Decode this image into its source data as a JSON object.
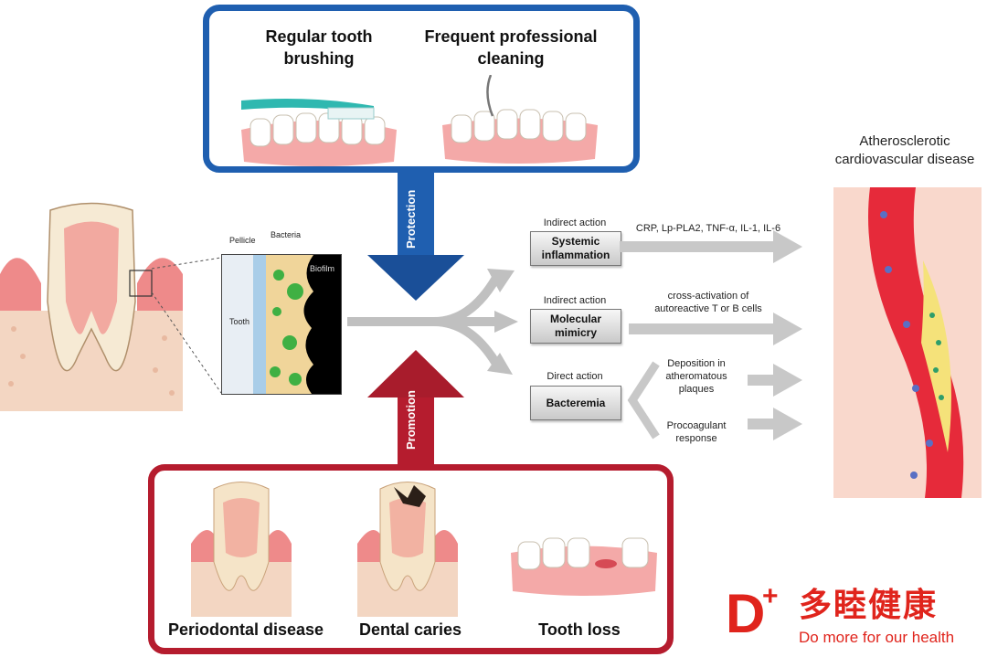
{
  "protection_box": {
    "items": [
      "Regular tooth brushing",
      "Frequent professional cleaning"
    ],
    "item1_line1": "Regular tooth",
    "item1_line2": "brushing",
    "item2_line1": "Frequent professional",
    "item2_line2": "cleaning",
    "color": "#1f5fb0"
  },
  "promotion_box": {
    "item1": "Periodontal disease",
    "item2": "Dental caries",
    "item3": "Tooth loss",
    "color": "#b51c2e"
  },
  "arrows": {
    "protection": "Protection",
    "promotion": "Promotion"
  },
  "biofilm": {
    "pellicle": "Pellicle",
    "bacteria": "Bacteria",
    "biofilm": "Biofilm",
    "tooth": "Tooth"
  },
  "mechanisms": [
    {
      "type": "Indirect action",
      "box_line1": "Systemic",
      "box_line2": "inflammation",
      "effect_line1": "CRP, Lp-PLA2, TNF-α, IL-1, IL-6",
      "effect_line2": ""
    },
    {
      "type": "Indirect action",
      "box_line1": "Molecular",
      "box_line2": "mimicry",
      "effect_line1": "cross-activation of",
      "effect_line2": "autoreactive T or B cells"
    },
    {
      "type": "Direct action",
      "box_line1": "Bacteremia",
      "box_line2": "",
      "effect_line1": "Deposition in",
      "effect_line2": "atheromatous",
      "effect_line3": "plaques",
      "effect2_line1": "Procoagulant",
      "effect2_line2": "response"
    }
  ],
  "outcome": {
    "line1": "Atherosclerotic",
    "line2": "cardiovascular disease"
  },
  "logo": {
    "brand_cn": "多睦健康",
    "tagline": "Do more for our health",
    "mark": "D"
  }
}
